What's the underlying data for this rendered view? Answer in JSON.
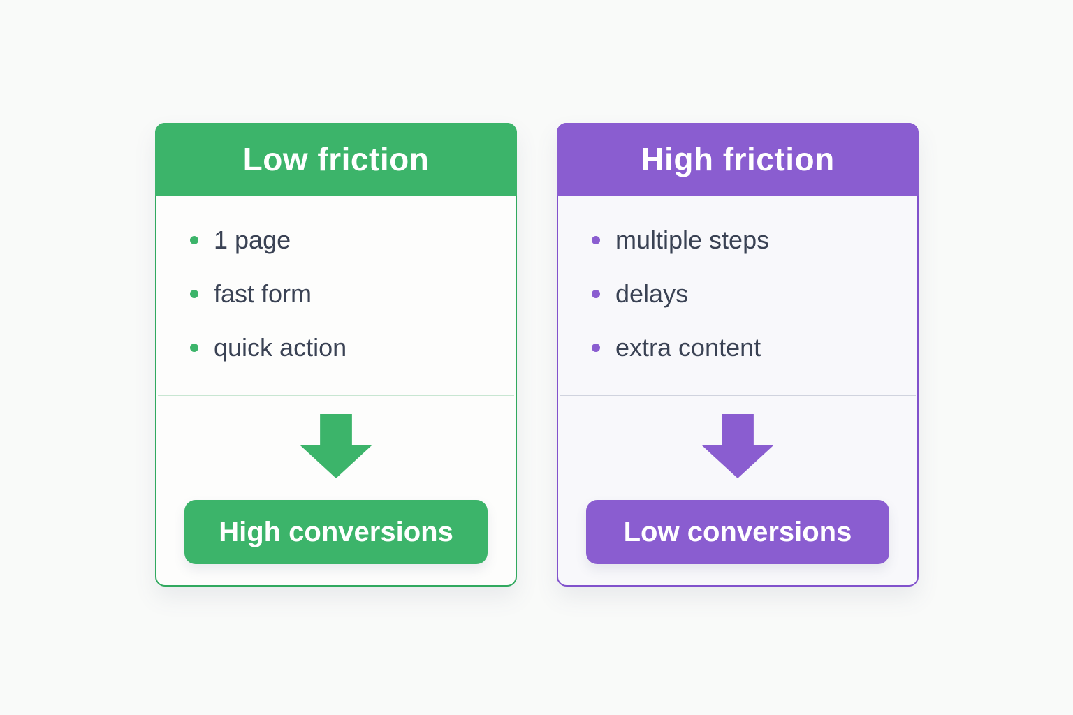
{
  "page": {
    "background": "#f9faf9"
  },
  "cards": [
    {
      "title": "Low friction",
      "bullets": [
        "1 page",
        "fast form",
        "quick action"
      ],
      "result_label": "High conversions",
      "arrow_icon": "down-arrow",
      "bullet_icon": "dot",
      "colors": {
        "accent": "#3cb46a",
        "border": "#31a95f",
        "divider": "#c8e6d2",
        "body_bg": "#fdfdfc",
        "header_text": "#ffffff",
        "bullet_text": "#3a4254"
      }
    },
    {
      "title": "High friction",
      "bullets": [
        "multiple steps",
        "delays",
        "extra content"
      ],
      "result_label": "Low conversions",
      "arrow_icon": "down-arrow",
      "bullet_icon": "dot",
      "colors": {
        "accent": "#8a5dd0",
        "border": "#8152cc",
        "divider": "#d0d3de",
        "body_bg": "#f8f8fb",
        "header_text": "#ffffff",
        "bullet_text": "#3a4254"
      }
    }
  ]
}
